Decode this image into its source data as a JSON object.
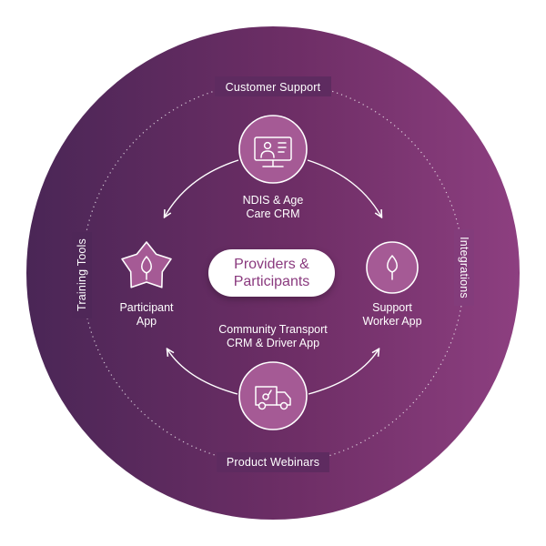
{
  "center": {
    "line1": "Providers &",
    "line2": "Participants"
  },
  "ring_labels": {
    "top": "Customer Support",
    "bottom": "Product Webinars",
    "left": "Training Tools",
    "right": "Integrations"
  },
  "nodes": {
    "crm": {
      "line1": "NDIS & Age",
      "line2": "Care CRM",
      "icon": "computer-user-icon"
    },
    "participant": {
      "line1": "Participant",
      "line2": "App",
      "icon": "star-leaf-icon"
    },
    "support_worker": {
      "line1": "Support",
      "line2": "Worker App",
      "icon": "leaf-icon"
    },
    "transport": {
      "line1": "Community Transport",
      "line2": "CRM & Driver App",
      "icon": "van-icon"
    }
  },
  "colors": {
    "gradient_left": "#4a2656",
    "gradient_right": "#8d3f80",
    "node_fill": "#a55a95",
    "pill_text": "#8a3a7e"
  }
}
